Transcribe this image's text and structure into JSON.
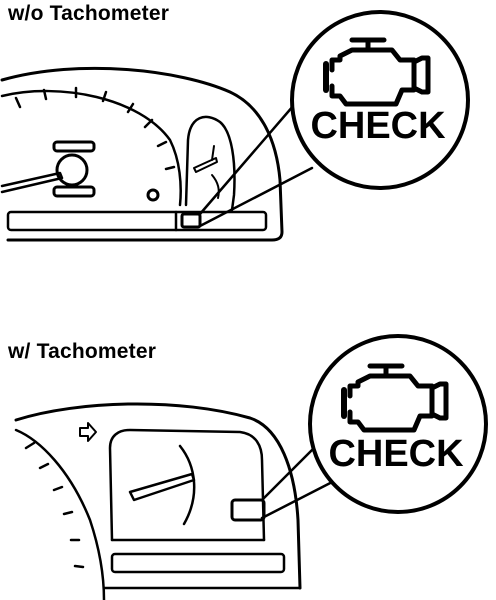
{
  "sections": [
    {
      "heading": "w/o Tachometer",
      "indicator_label": "CHECK",
      "icon": "engine-icon"
    },
    {
      "heading": "w/ Tachometer",
      "indicator_label": "CHECK",
      "icon": "engine-icon"
    }
  ],
  "colors": {
    "ink": "#000000",
    "paper": "#ffffff"
  }
}
